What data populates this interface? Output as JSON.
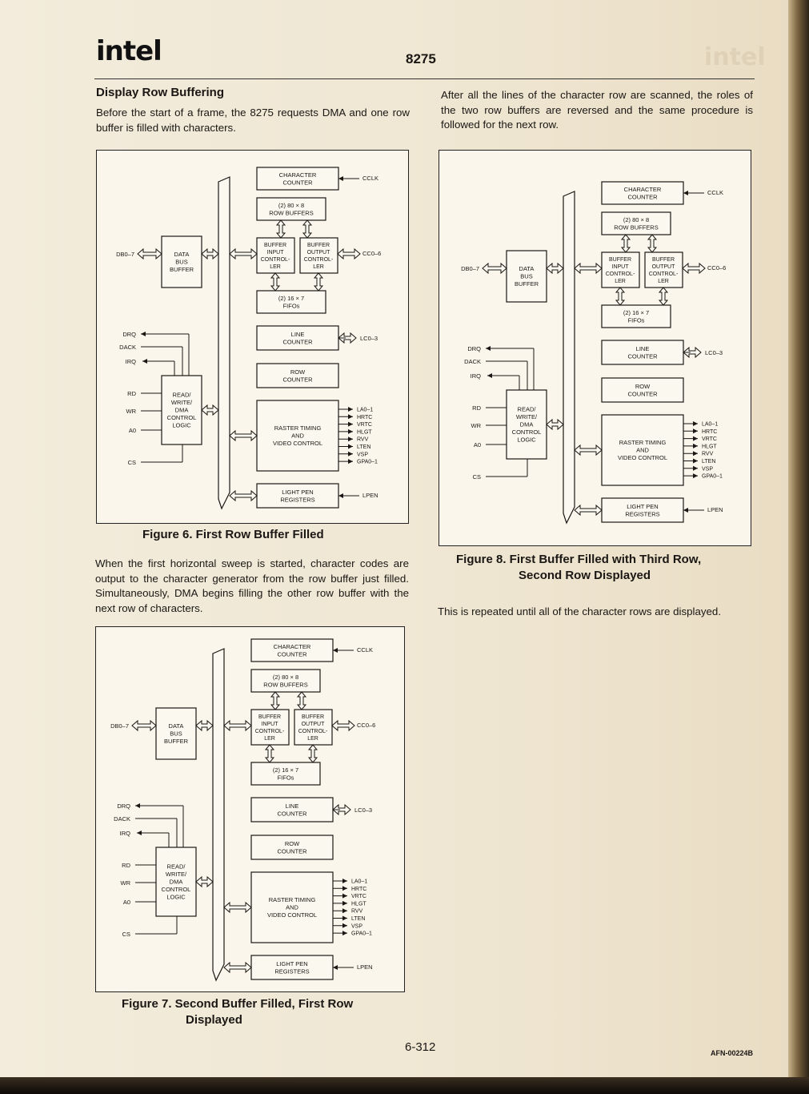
{
  "header": {
    "logo": "intel",
    "part_number": "8275"
  },
  "section": {
    "heading": "Display Row Buffering",
    "intro": "Before the start of a frame, the 8275 requests DMA and one row buffer is filled with characters.",
    "para_after_fig6": "When the first horizontal sweep is started, character codes are output to the character generator from the row buffer just filled. Simultaneously, DMA begins filling the other row buffer with the next row of characters.",
    "para_right_top": "After all the lines of the character row are scanned, the roles of the two row buffers are reversed and the same procedure is followed for the next row.",
    "para_right_bottom": "This is repeated until all of the character rows are displayed."
  },
  "figures": {
    "fig6_caption": "Figure 6.  First Row Buffer Filled",
    "fig7_caption_line1": "Figure 7.  Second Buffer Filled, First Row",
    "fig7_caption_line2": "Displayed",
    "fig8_caption_line1": "Figure 8.  First Buffer Filled with Third Row,",
    "fig8_caption_line2": "Second Row Displayed"
  },
  "diagram_labels": {
    "char_counter": [
      "CHARACTER",
      "COUNTER"
    ],
    "cclk": "CCLK",
    "row_buffers": [
      "(2) 80 × 8",
      "ROW BUFFERS"
    ],
    "buffer_input": [
      "BUFFER",
      "INPUT",
      "CONTROL-",
      "LER"
    ],
    "buffer_output": [
      "BUFFER",
      "OUTPUT",
      "CONTROL-",
      "LER"
    ],
    "cc": "CC0–6",
    "data_bus_buffer": [
      "DATA",
      "BUS",
      "BUFFER"
    ],
    "db": "DB0–7",
    "fifos": [
      "(2) 16 × 7",
      "FIFOs"
    ],
    "drq": "DRQ",
    "dack": "DACK",
    "irq": "IRQ",
    "line_counter": [
      "LINE",
      "COUNTER"
    ],
    "lc": "LC0–3",
    "row_counter": [
      "ROW",
      "COUNTER"
    ],
    "rd": "RD",
    "wr": "WR",
    "a0": "A0",
    "cs": "CS",
    "rw_dma": [
      "READ/",
      "WRITE/",
      "DMA",
      "CONTROL",
      "LOGIC"
    ],
    "raster": [
      "RASTER TIMING",
      "AND",
      "VIDEO CONTROL"
    ],
    "raster_outputs": [
      "LA0–1",
      "HRTC",
      "VRTC",
      "HLGT",
      "RVV",
      "LTEN",
      "VSP",
      "GPA0–1"
    ],
    "light_pen": [
      "LIGHT PEN",
      "REGISTERS"
    ],
    "lpen": "LPEN"
  },
  "footer": {
    "page": "6-312",
    "code": "AFN-00224B"
  }
}
